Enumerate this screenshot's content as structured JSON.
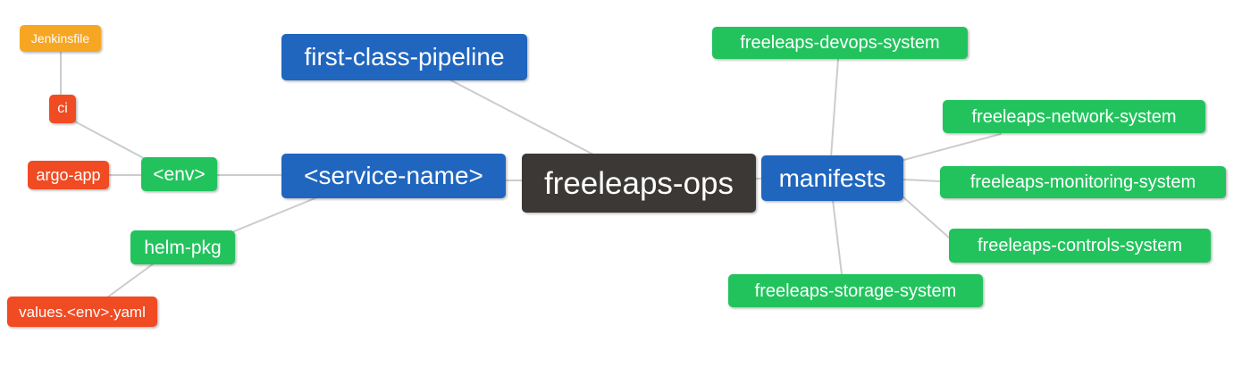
{
  "palette": {
    "blue": "#2066bf",
    "green": "#22c35d",
    "red": "#f04b23",
    "orange": "#f7a623",
    "dark": "#3b3835",
    "edge": "#cccccc",
    "node_text": "#ffffff",
    "background": "#ffffff"
  },
  "diagram": {
    "type": "mindmap",
    "root": "freeleaps-ops",
    "nodes": [
      {
        "id": "jenkinsfile",
        "label": "Jenkinsfile",
        "color": "orange"
      },
      {
        "id": "ci",
        "label": "ci",
        "color": "red"
      },
      {
        "id": "argo-app",
        "label": "argo-app",
        "color": "red"
      },
      {
        "id": "env",
        "label": "<env>",
        "color": "green"
      },
      {
        "id": "helm-pkg",
        "label": "helm-pkg",
        "color": "green"
      },
      {
        "id": "values-env-yaml",
        "label": "values.<env>.yaml",
        "color": "red"
      },
      {
        "id": "first-class-pipeline",
        "label": "first-class-pipeline",
        "color": "blue"
      },
      {
        "id": "service-name",
        "label": "<service-name>",
        "color": "blue"
      },
      {
        "id": "freeleaps-ops",
        "label": "freeleaps-ops",
        "color": "dark"
      },
      {
        "id": "manifests",
        "label": "manifests",
        "color": "blue"
      },
      {
        "id": "freeleaps-devops-system",
        "label": "freeleaps-devops-system",
        "color": "green"
      },
      {
        "id": "freeleaps-network-system",
        "label": "freeleaps-network-system",
        "color": "green"
      },
      {
        "id": "freeleaps-monitoring-system",
        "label": "freeleaps-monitoring-system",
        "color": "green"
      },
      {
        "id": "freeleaps-controls-system",
        "label": "freeleaps-controls-system",
        "color": "green"
      },
      {
        "id": "freeleaps-storage-system",
        "label": "freeleaps-storage-system",
        "color": "green"
      }
    ],
    "edges": [
      [
        "jenkinsfile",
        "ci"
      ],
      [
        "ci",
        "env"
      ],
      [
        "argo-app",
        "env"
      ],
      [
        "env",
        "service-name"
      ],
      [
        "service-name",
        "helm-pkg"
      ],
      [
        "helm-pkg",
        "values-env-yaml"
      ],
      [
        "service-name",
        "freeleaps-ops"
      ],
      [
        "first-class-pipeline",
        "freeleaps-ops"
      ],
      [
        "freeleaps-ops",
        "manifests"
      ],
      [
        "manifests",
        "freeleaps-devops-system"
      ],
      [
        "manifests",
        "freeleaps-network-system"
      ],
      [
        "manifests",
        "freeleaps-monitoring-system"
      ],
      [
        "manifests",
        "freeleaps-controls-system"
      ],
      [
        "manifests",
        "freeleaps-storage-system"
      ]
    ]
  }
}
